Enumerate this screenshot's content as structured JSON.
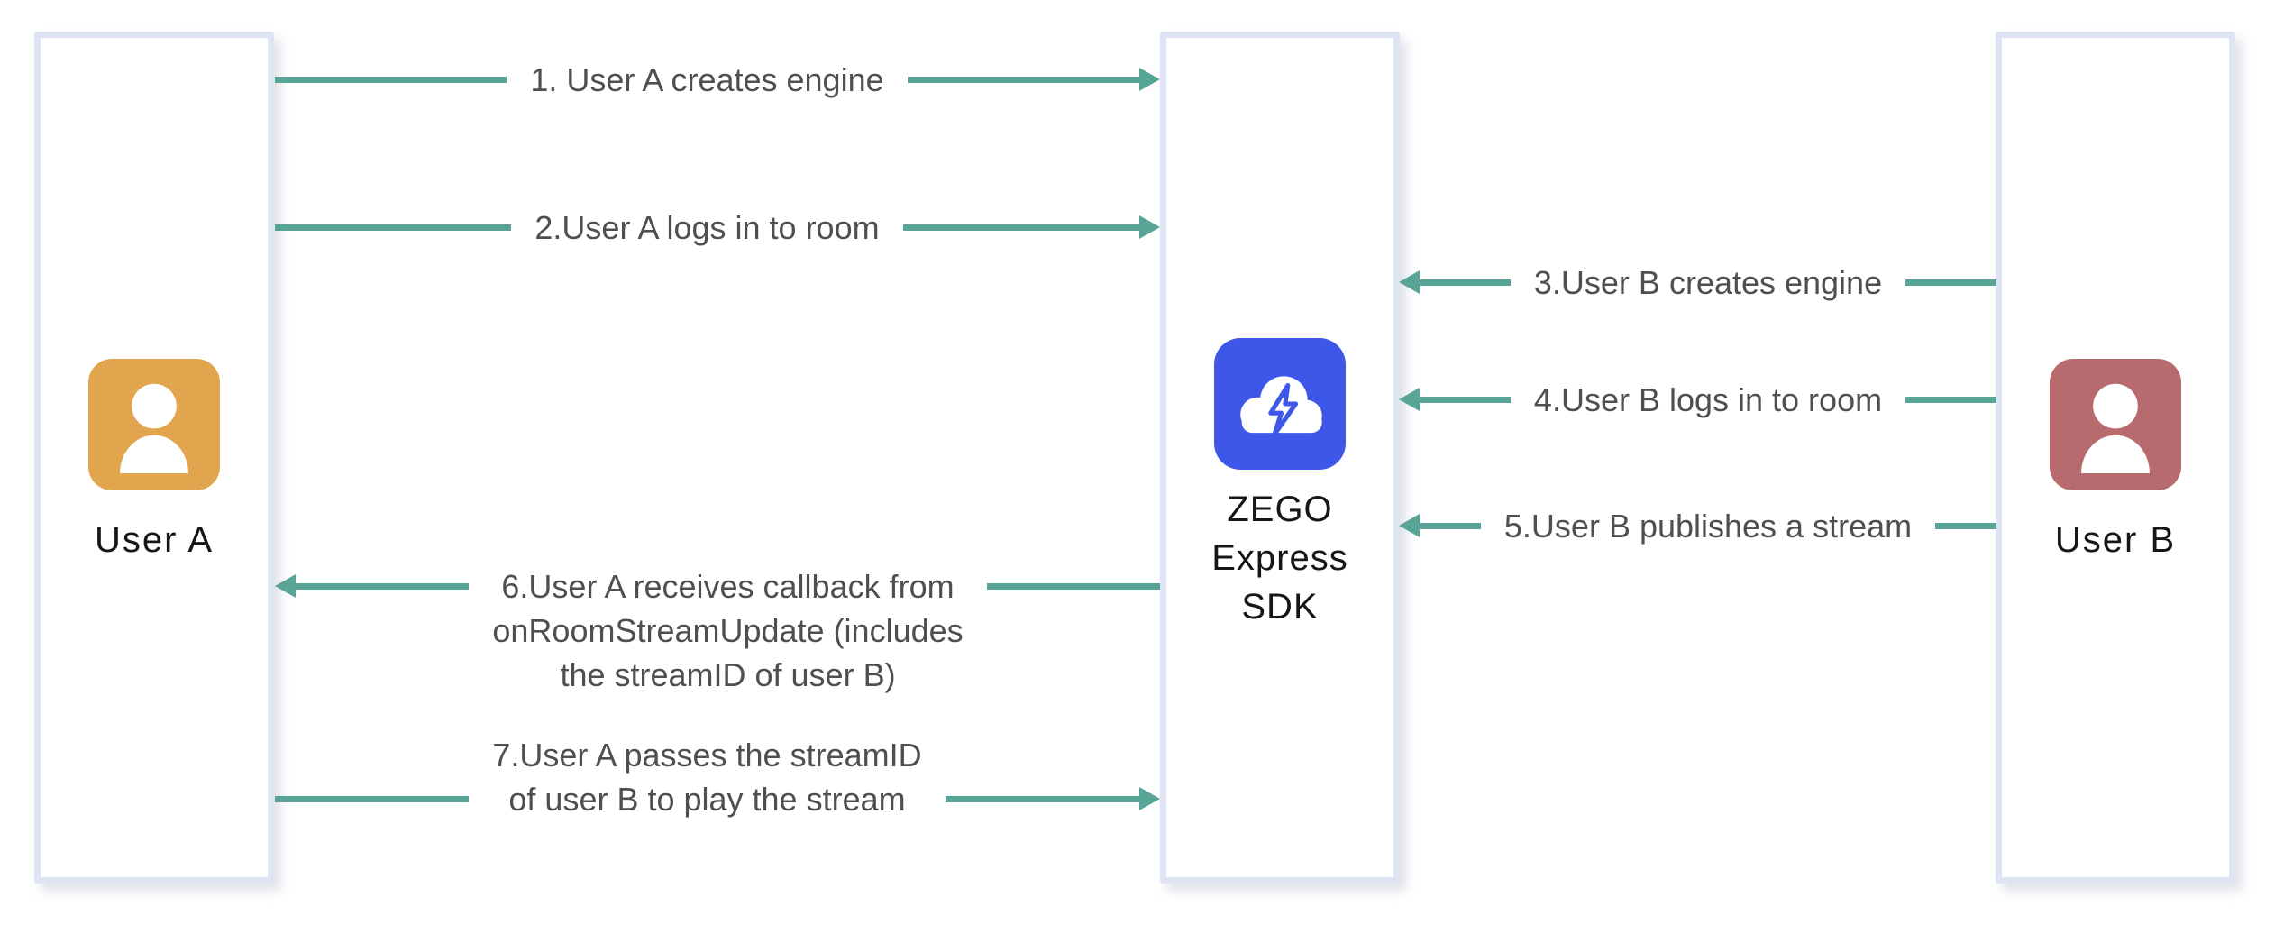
{
  "diagram": {
    "actors": [
      {
        "id": "user-a",
        "label": "User A",
        "icon": "person-icon"
      },
      {
        "id": "zego-sdk",
        "label": "ZEGO Express SDK",
        "label_lines": [
          "ZEGO",
          "Express",
          "SDK"
        ],
        "icon": "cloud-lightning-icon"
      },
      {
        "id": "user-b",
        "label": "User B",
        "icon": "person-icon"
      }
    ],
    "messages": [
      {
        "step": 1,
        "from": "user-a",
        "to": "zego-sdk",
        "lines": [
          "1. User A creates engine"
        ]
      },
      {
        "step": 2,
        "from": "user-a",
        "to": "zego-sdk",
        "lines": [
          "2.User A logs in to room"
        ]
      },
      {
        "step": 3,
        "from": "user-b",
        "to": "zego-sdk",
        "lines": [
          "3.User B creates engine"
        ]
      },
      {
        "step": 4,
        "from": "user-b",
        "to": "zego-sdk",
        "lines": [
          "4.User B logs in to room"
        ]
      },
      {
        "step": 5,
        "from": "user-b",
        "to": "zego-sdk",
        "lines": [
          "5.User B publishes a stream"
        ]
      },
      {
        "step": 6,
        "from": "zego-sdk",
        "to": "user-a",
        "lines": [
          "6.User A receives callback from",
          "onRoomStreamUpdate (includes",
          "the streamID of user B)"
        ]
      },
      {
        "step": 7,
        "from": "user-a",
        "to": "zego-sdk",
        "lines": [
          "7.User A passes the streamID",
          "of user B to play the stream"
        ]
      }
    ],
    "colors": {
      "arrow": "#58a497",
      "box_border": "#dfe4f4",
      "box_fill": "#ffffff",
      "page_bg": "#ffffff",
      "label_text": "#4f4f4f",
      "actor_text": "#161616",
      "avatar_a": "#e1a54d",
      "avatar_b": "#b76b6e",
      "sdk_blue": "#3e57e8"
    }
  }
}
